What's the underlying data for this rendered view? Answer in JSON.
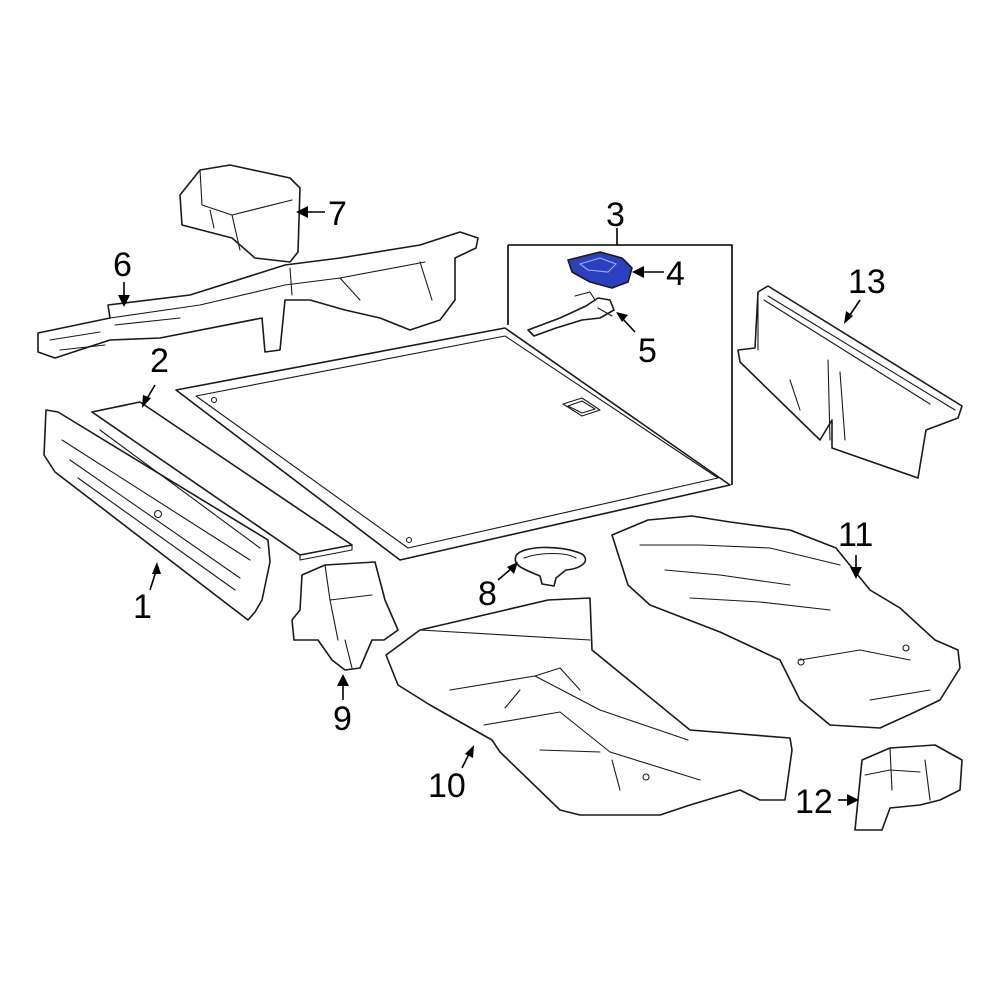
{
  "highlight_color": "#2b3fbf",
  "line_color": "#1a1a1a",
  "callouts": {
    "c1": "1",
    "c2": "2",
    "c3": "3",
    "c4": "4",
    "c5": "5",
    "c6": "6",
    "c7": "7",
    "c8": "8",
    "c9": "9",
    "c10": "10",
    "c11": "11",
    "c12": "12",
    "c13": "13"
  }
}
